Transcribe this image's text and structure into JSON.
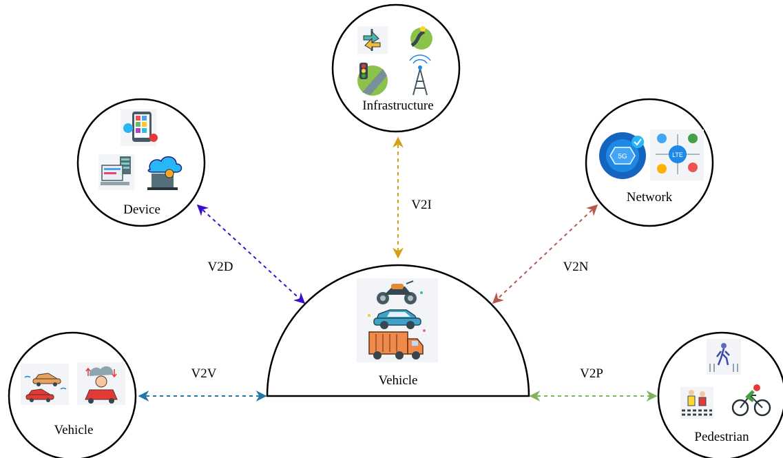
{
  "nodes": {
    "infrastructure": {
      "label": "Infrastructure"
    },
    "device": {
      "label": "Device"
    },
    "network": {
      "label": "Network"
    },
    "vehicle_center": {
      "label": "Vehicle"
    },
    "vehicle_left": {
      "label": "Vehicle"
    },
    "pedestrian": {
      "label": "Pedestrian"
    }
  },
  "links": {
    "v2i": {
      "label": "V2I",
      "color": "#d4a017"
    },
    "v2d": {
      "label": "V2D",
      "color": "#3a0fc8"
    },
    "v2n": {
      "label": "V2N",
      "color": "#b5594e"
    },
    "v2v": {
      "label": "V2V",
      "color": "#2176a8"
    },
    "v2p": {
      "label": "V2P",
      "color": "#7fb35a"
    }
  },
  "icons": {
    "infrastructure": [
      "crossroad-sign-icon",
      "road-landscape-icon",
      "traffic-light-road-icon",
      "radio-tower-icon"
    ],
    "device": [
      "tablet-settings-icon",
      "server-computer-icon",
      "cloud-laptop-icon"
    ],
    "network": [
      "5g-network-icon",
      "lte-network-icon"
    ],
    "vehicle_center": [
      "motorcycle-icon",
      "car-icon",
      "truck-icon"
    ],
    "vehicle_left": [
      "connected-cars-icon",
      "car-driver-icon"
    ],
    "pedestrian": [
      "crosswalk-icon",
      "pedestrians-crossing-icon",
      "cyclist-icon"
    ]
  }
}
